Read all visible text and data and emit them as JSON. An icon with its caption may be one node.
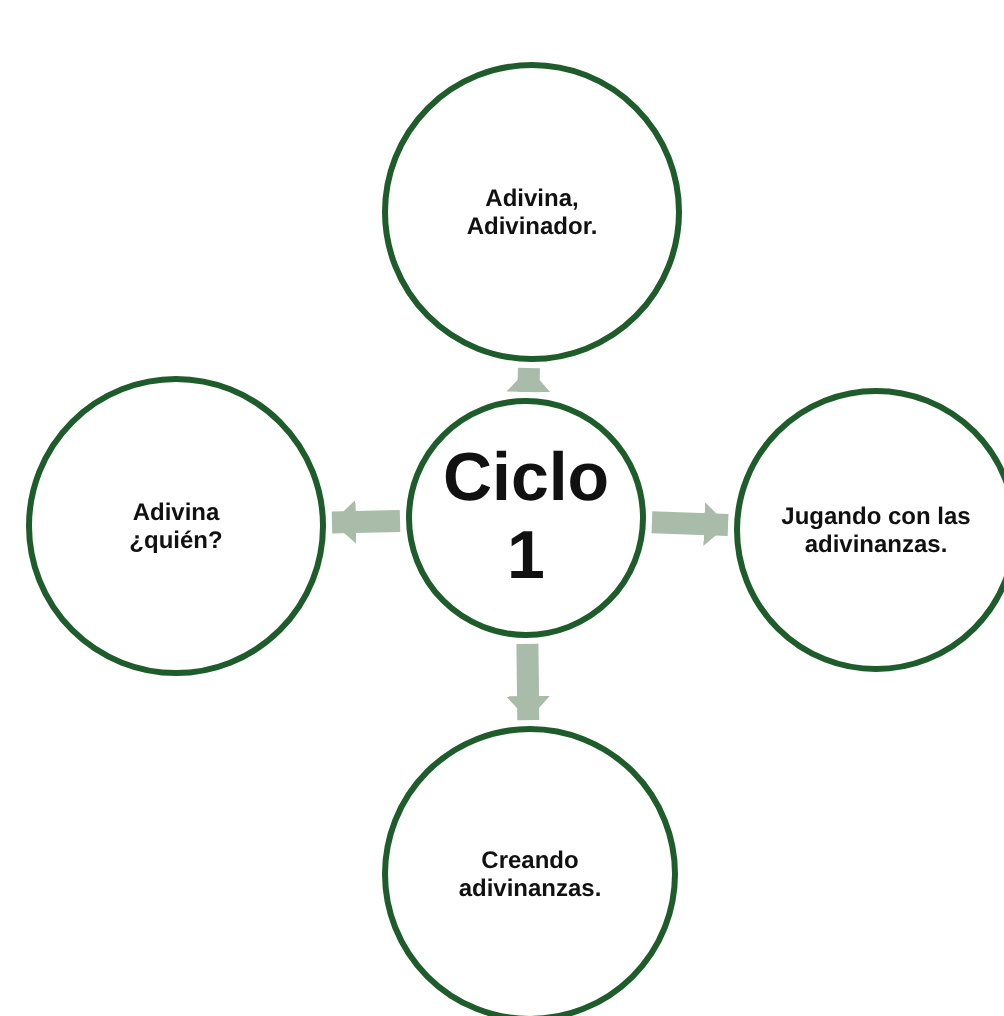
{
  "diagram": {
    "nodes": [
      {
        "text": [
          "Adivina, Adivinador."
        ]
      },
      {
        "text": [
          "Adivina ¿quién?"
        ]
      },
      {
        "text": [
          "Ciclo 1"
        ]
      },
      {
        "text": [
          "Jugando con las adivinanzas."
        ]
      },
      {
        "text": [
          "Creando adivinanzas."
        ]
      }
    ],
    "edges": [
      {
        "from": 2,
        "to": 0,
        "arrow": "to"
      },
      {
        "from": 2,
        "to": 1,
        "arrow": "to"
      },
      {
        "from": 2,
        "to": 3,
        "arrow": "to"
      },
      {
        "from": 2,
        "to": 4,
        "arrow": "to"
      }
    ]
  }
}
